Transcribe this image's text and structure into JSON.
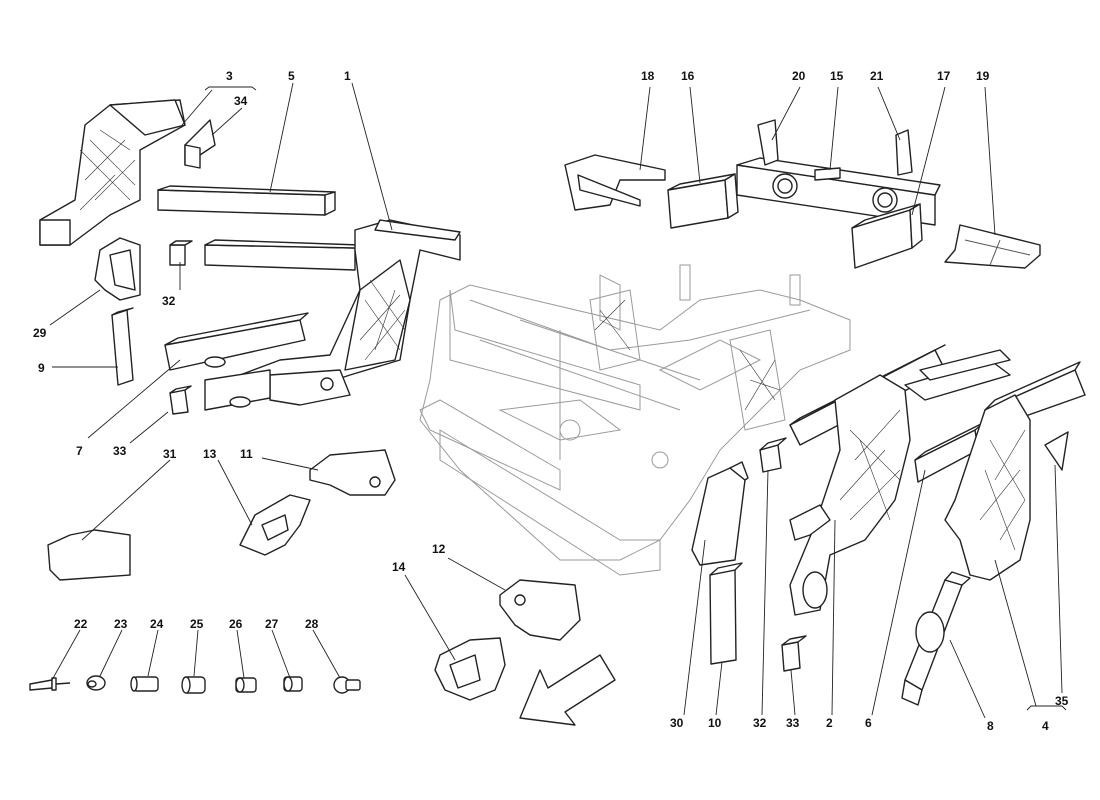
{
  "diagram": {
    "callouts": [
      {
        "key": "c1",
        "text": "1"
      },
      {
        "key": "c2",
        "text": "2"
      },
      {
        "key": "c3",
        "text": "3"
      },
      {
        "key": "c4",
        "text": "4"
      },
      {
        "key": "c5",
        "text": "5"
      },
      {
        "key": "c6",
        "text": "6"
      },
      {
        "key": "c7",
        "text": "7"
      },
      {
        "key": "c8",
        "text": "8"
      },
      {
        "key": "c9",
        "text": "9"
      },
      {
        "key": "c10",
        "text": "10"
      },
      {
        "key": "c11",
        "text": "11"
      },
      {
        "key": "c12",
        "text": "12"
      },
      {
        "key": "c13",
        "text": "13"
      },
      {
        "key": "c14",
        "text": "14"
      },
      {
        "key": "c15",
        "text": "15"
      },
      {
        "key": "c16",
        "text": "16"
      },
      {
        "key": "c17",
        "text": "17"
      },
      {
        "key": "c18",
        "text": "18"
      },
      {
        "key": "c19",
        "text": "19"
      },
      {
        "key": "c20",
        "text": "20"
      },
      {
        "key": "c21",
        "text": "21"
      },
      {
        "key": "c22",
        "text": "22"
      },
      {
        "key": "c23",
        "text": "23"
      },
      {
        "key": "c24",
        "text": "24"
      },
      {
        "key": "c25",
        "text": "25"
      },
      {
        "key": "c26",
        "text": "26"
      },
      {
        "key": "c27",
        "text": "27"
      },
      {
        "key": "c28",
        "text": "28"
      },
      {
        "key": "c29",
        "text": "29"
      },
      {
        "key": "c30",
        "text": "30"
      },
      {
        "key": "c31",
        "text": "31"
      },
      {
        "key": "c32a",
        "text": "32"
      },
      {
        "key": "c32b",
        "text": "32"
      },
      {
        "key": "c33a",
        "text": "33"
      },
      {
        "key": "c33b",
        "text": "33"
      },
      {
        "key": "c34",
        "text": "34"
      },
      {
        "key": "c35",
        "text": "35"
      }
    ]
  }
}
